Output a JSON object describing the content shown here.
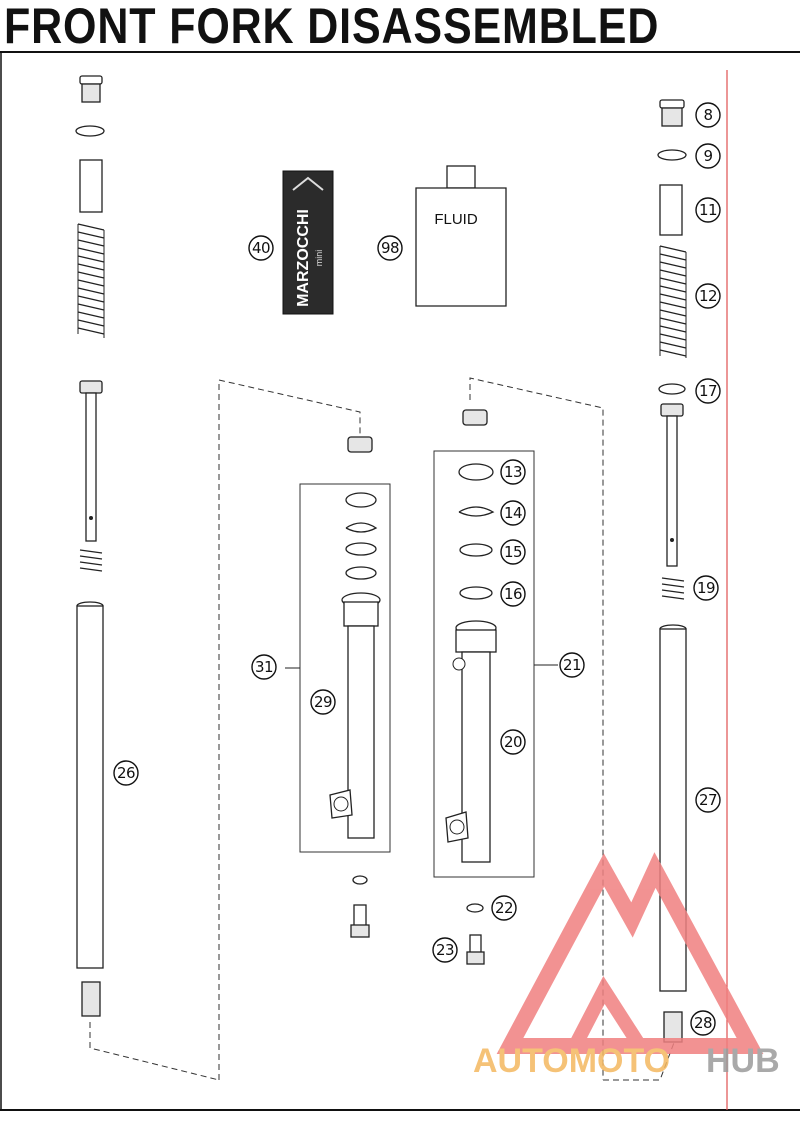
{
  "title": "FRONT FORK DISASSEMBLED",
  "fluid_label": "FLUID",
  "decal_text": "MARZOCCHI",
  "decal_subtext": "mini",
  "callouts": [
    "8",
    "9",
    "11",
    "12",
    "17",
    "19",
    "27",
    "28",
    "13",
    "14",
    "15",
    "16",
    "21",
    "20",
    "22",
    "23",
    "31",
    "29",
    "40",
    "98",
    "26"
  ],
  "watermark": {
    "part1": "AUTOMOTO",
    "part2": "HUB",
    "color1": "#f4b860",
    "color2": "#9b9b9b",
    "logo_color": "#f08080"
  },
  "colors": {
    "ink": "#111111",
    "redline": "#e05050"
  }
}
